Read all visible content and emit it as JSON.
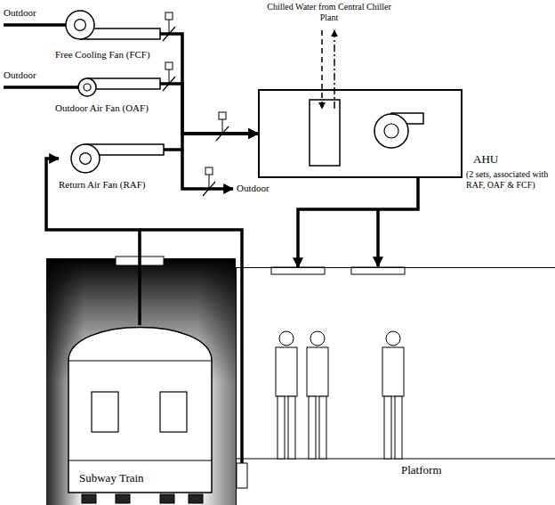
{
  "diagram": {
    "nodes": [
      {
        "text": [
          "Free Cooling Fan (FCF)"
        ]
      },
      {
        "text": [
          "Outdoor Air Fan (OAF)"
        ]
      },
      {
        "text": [
          "Return Air Fan (RAF)"
        ]
      },
      {
        "text": [
          "AHU",
          "(2 sets, associated with RAF, OAF & FCF)"
        ]
      },
      {
        "text": [
          "Subway Train"
        ]
      },
      {
        "text": [
          "Platform"
        ]
      }
    ],
    "edges": [
      {
        "from": 0,
        "to": 3,
        "arrow": "to"
      },
      {
        "from": 1,
        "to": 3,
        "arrow": "to"
      },
      {
        "from": 2,
        "to": 3,
        "arrow": "to"
      },
      {
        "from": 3,
        "to": 5,
        "arrow": "to"
      },
      {
        "from": 4,
        "to": 2,
        "arrow": "to"
      }
    ],
    "labels": [
      "Outdoor",
      "Outdoor",
      "Outdoor",
      "Chilled Water from Central Chiller Plant"
    ]
  }
}
